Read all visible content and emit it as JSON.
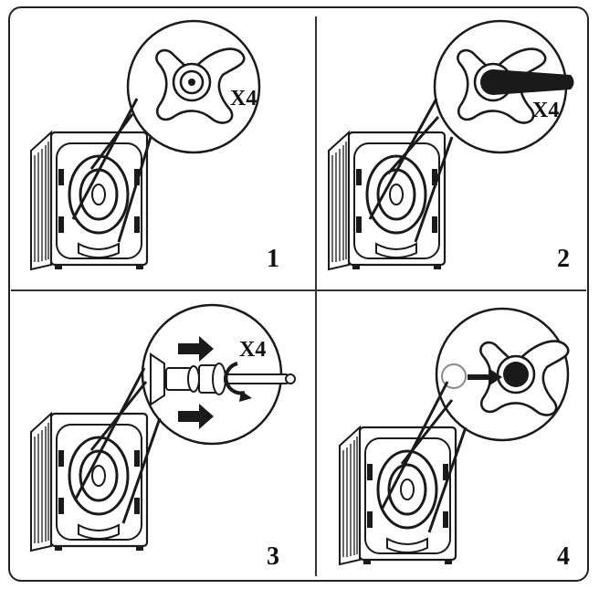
{
  "steps": [
    {
      "number": "1",
      "multiplier": "X4"
    },
    {
      "number": "2",
      "multiplier": "X4"
    },
    {
      "number": "3",
      "multiplier": "X4"
    },
    {
      "number": "4",
      "multiplier": ""
    }
  ],
  "colors": {
    "line": "#1a1a1a",
    "fill": "#ffffff"
  }
}
